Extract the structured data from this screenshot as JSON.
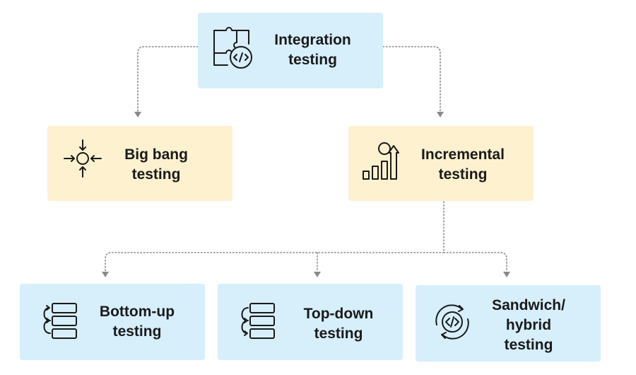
{
  "colors": {
    "root_bg": "#d6effb",
    "branch_bg": "#fdf1cf",
    "leaf_bg": "#d6effb",
    "connector": "#8a8a8a",
    "text": "#1a1a1a",
    "icon": "#1a1a1a"
  },
  "nodes": {
    "integration": {
      "label": "Integration\ntesting",
      "icon": "puzzle-code-icon"
    },
    "big_bang": {
      "label": "Big bang\ntesting",
      "icon": "converge-arrows-icon"
    },
    "incremental": {
      "label": "Incremental\ntesting",
      "icon": "growth-bars-icon"
    },
    "bottom_up": {
      "label": "Bottom-up\ntesting",
      "icon": "stack-arrows-up-icon"
    },
    "top_down": {
      "label": "Top-down\ntesting",
      "icon": "stack-arrows-down-icon"
    },
    "sandwich": {
      "label": "Sandwich/\nhybrid\ntesting",
      "icon": "cycle-code-icon"
    }
  }
}
